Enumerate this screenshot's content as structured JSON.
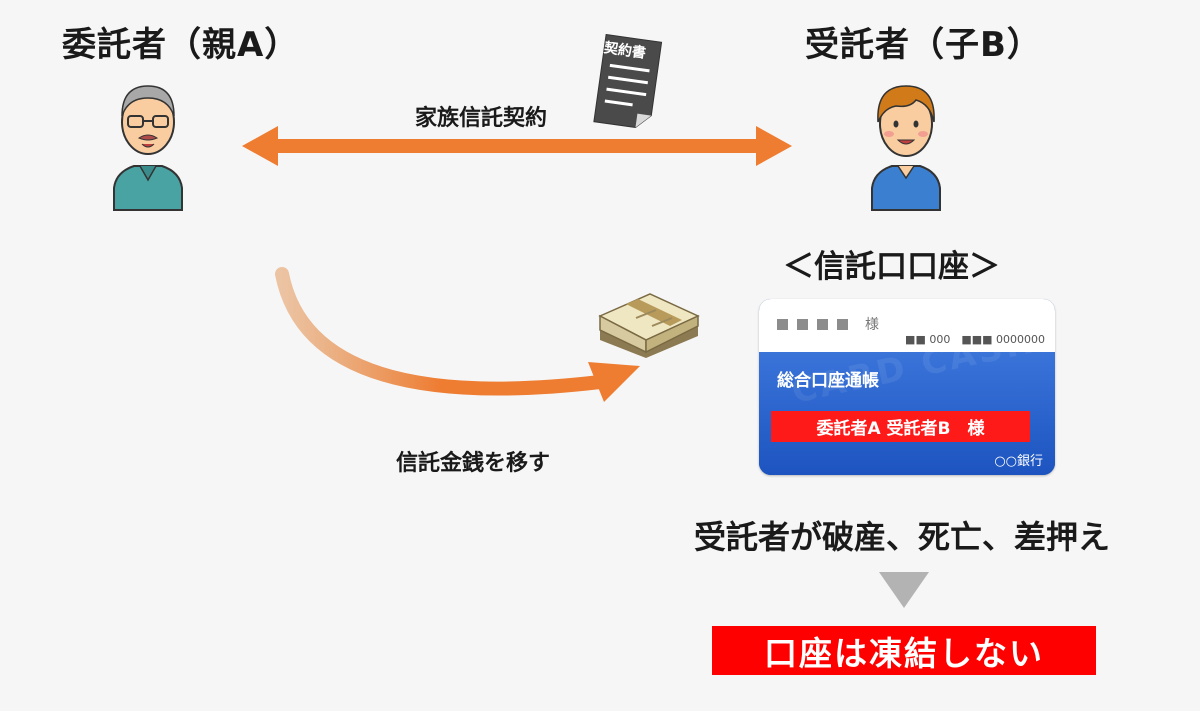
{
  "settlor": {
    "title": "委託者（親A）"
  },
  "trustee": {
    "title": "受託者（子B）"
  },
  "contract": {
    "label": "家族信託契約",
    "document_label": "契約書"
  },
  "transfer": {
    "label": "信託金銭を移す"
  },
  "account": {
    "heading": "＜信託口口座＞",
    "card_title": "総合口座通帳",
    "holder": "委託者A 受託者B　様",
    "bank": "○○銀行",
    "sama": "様",
    "account_number": "■■ 000　■■■ 0000000",
    "watermark": "CARD CASH CARD CASH"
  },
  "event": {
    "text": "受託者が破産、死亡、差押え"
  },
  "result": {
    "text": "口座は凍結しない"
  },
  "colors": {
    "arrow": "#ee7c31",
    "result_bg": "#ff0000",
    "card_blue": "#1c4fb0",
    "triangle": "#b3b3b3"
  }
}
